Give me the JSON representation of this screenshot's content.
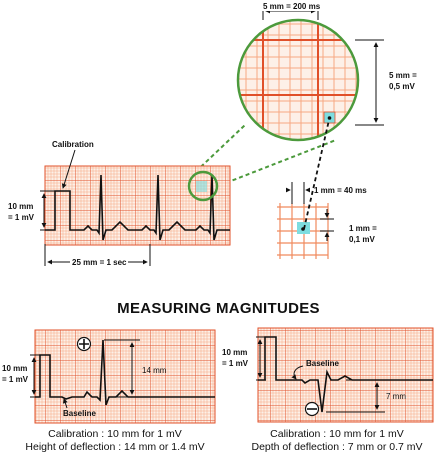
{
  "diagram": {
    "magnifier": {
      "width_label": "5 mm = 200 ms",
      "height_label_line1": "5 mm =",
      "height_label_line2": "0,5 mV"
    },
    "small_grid": {
      "width_label": "1 mm = 40 ms",
      "height_label_line1": "1 mm =",
      "height_label_line2": "0,1 mV"
    },
    "main_strip": {
      "calibration_label": "Calibration",
      "height_label_line1": "10 mm",
      "height_label_line2": "= 1 mV",
      "width_label": "25 mm = 1 sec"
    },
    "heading": "MEASURING MAGNITUDES",
    "positive_example": {
      "height_label_line1": "10 mm",
      "height_label_line2": "= 1 mV",
      "deflection_label": "14 mm",
      "baseline_label": "Baseline",
      "sign": "+",
      "caption_line1": "Calibration : 10 mm for 1 mV",
      "caption_line2": "Height of deflection : 14 mm or 1.4 mV"
    },
    "negative_example": {
      "height_label_line1": "10 mm",
      "height_label_line2": "= 1 mV",
      "deflection_label": "7 mm",
      "baseline_label": "Baseline",
      "sign": "−",
      "caption_line1": "Calibration : 10 mm for 1 mV",
      "caption_line2": "Depth of deflection : 7 mm or 0.7 mV"
    },
    "colors": {
      "grid": "#f08a5d",
      "grid_bold": "#e0502a",
      "paper": "#fdf0e8",
      "highlight": "#7ddde0",
      "circle": "#4c9a3c",
      "trace": "#111111"
    }
  }
}
